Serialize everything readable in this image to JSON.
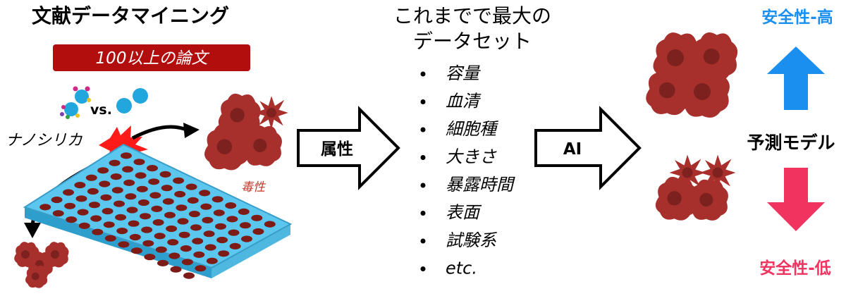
{
  "left": {
    "title": "文献データマイニング",
    "badge": "100以上の論文",
    "vs_label": "vs.",
    "nano_label": "ナノシリカ",
    "toxicity_label": "毒性"
  },
  "attribute_arrow": {
    "label": "属性"
  },
  "dataset": {
    "title_line1": "これまでで最大の",
    "title_line2": "データセット",
    "items": [
      "容量",
      "血清",
      "細胞種",
      "大きさ",
      "暴露時間",
      "表面",
      "試験系",
      "etc."
    ]
  },
  "ai_arrow": {
    "label": "AI"
  },
  "right": {
    "safety_high": "安全性-高",
    "model_label": "予測モデル",
    "safety_low": "安全性-低"
  },
  "colors": {
    "badge": "#b30e0e",
    "cell": "#a8302c",
    "cell_dark": "#6e1c1a",
    "plate": "#5bc7ee",
    "well": "#7d1b17",
    "up_arrow": "#1a8ff0",
    "down_arrow": "#f0335f",
    "high_text": "#1a8ff0",
    "low_text": "#f0335f",
    "burst": "#ff1a1a",
    "bead": "#21a6de"
  }
}
